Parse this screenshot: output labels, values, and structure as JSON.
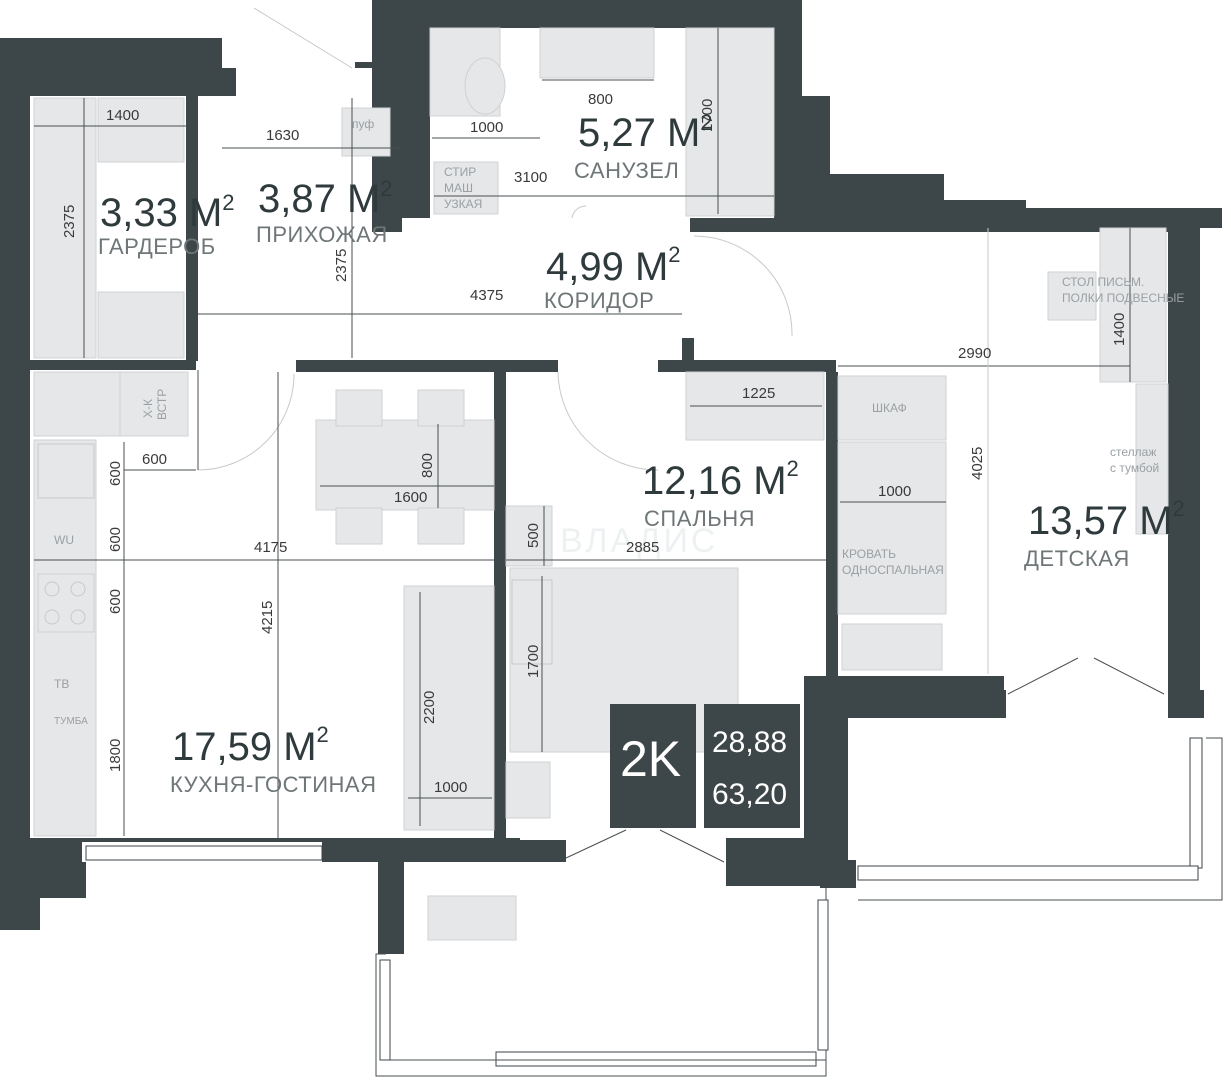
{
  "rooms": {
    "wardrobe": {
      "area": "3,33 М",
      "name": "ГАРДЕРОБ"
    },
    "hall": {
      "area": "3,87 М",
      "name": "ПРИХОЖАЯ"
    },
    "bathroom": {
      "area": "5,27 М",
      "name": "САНУЗЕЛ"
    },
    "corridor": {
      "area": "4,99 М",
      "name": "КОРИДОР"
    },
    "bedroom": {
      "area": "12,16 М",
      "name": "СПАЛЬНЯ"
    },
    "kids": {
      "area": "13,57 М",
      "name": "ДЕТСКАЯ"
    },
    "kitchen": {
      "area": "17,59 М",
      "name": "КУХНЯ-ГОСТИНАЯ"
    },
    "sup": "2"
  },
  "badge": {
    "type": "2K",
    "living_area": "28,88",
    "total_area": "63,20"
  },
  "watermark": "ВЛАДИС",
  "dimensions": {
    "d1400a": "1400",
    "d2375a": "2375",
    "d1630": "1630",
    "d2375b": "2375",
    "d800a": "800",
    "d1000a": "1000",
    "d1700a": "1700",
    "d3100": "3100",
    "d4375": "4375",
    "d2990": "2990",
    "d1400b": "1400",
    "d1225": "1225",
    "d600a": "600",
    "d600b": "600",
    "d600c": "600",
    "d600d": "600",
    "d800b": "800",
    "d1600": "1600",
    "d4175": "4175",
    "d500": "500",
    "d2885": "2885",
    "d1000b": "1000",
    "d4025": "4025",
    "d4215": "4215",
    "d1800": "1800",
    "d2200": "2200",
    "d1700b": "1700",
    "d1000c": "1000"
  },
  "furniture": {
    "puf": "пуф",
    "washer": [
      "СТИР",
      "МАШ",
      "УЗКАЯ"
    ],
    "desk": [
      "СТОЛ ПИСЬМ.",
      "ПОЛКИ ПОДВЕСНЫЕ"
    ],
    "wardrobe_cab": "ШКАФ",
    "shelf": [
      "стеллаж",
      "с тумбой"
    ],
    "bed": [
      "КРОВАТЬ",
      "ОДНОСПАЛЬНАЯ"
    ],
    "fridge": [
      "Х-К",
      "ВСТР"
    ],
    "wu": "WU",
    "tv": "ТВ",
    "tumba": "ТУМБА"
  }
}
